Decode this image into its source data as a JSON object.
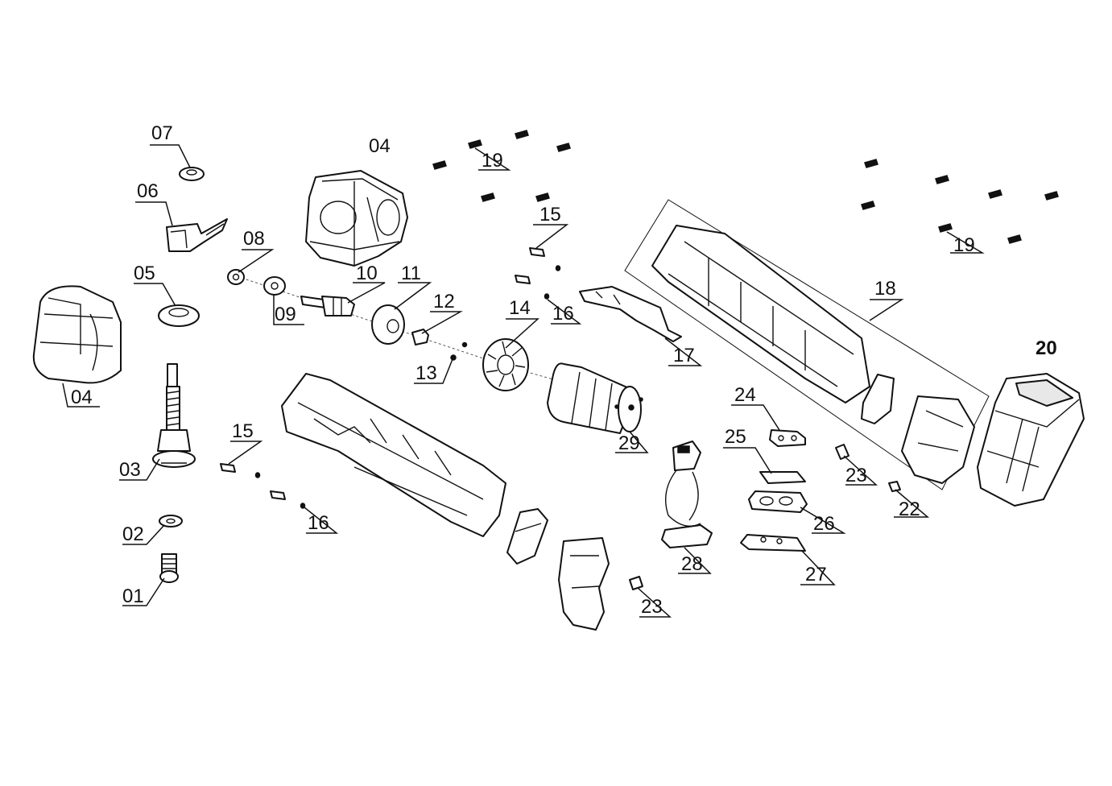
{
  "callouts": {
    "c01": "01",
    "c02": "02",
    "c03": "03",
    "c04a": "04",
    "c04b": "04",
    "c05": "05",
    "c06": "06",
    "c07": "07",
    "c08": "08",
    "c09": "09",
    "c10": "10",
    "c11": "11",
    "c12": "12",
    "c13": "13",
    "c14": "14",
    "c15a": "15",
    "c15b": "15",
    "c16a": "16",
    "c16b": "16",
    "c17": "17",
    "c18": "18",
    "c19a": "19",
    "c19b": "19",
    "c20": "20",
    "c22": "22",
    "c23a": "23",
    "c23b": "23",
    "c24": "24",
    "c25": "25",
    "c26": "26",
    "c27": "27",
    "c28": "28",
    "c29": "29"
  }
}
